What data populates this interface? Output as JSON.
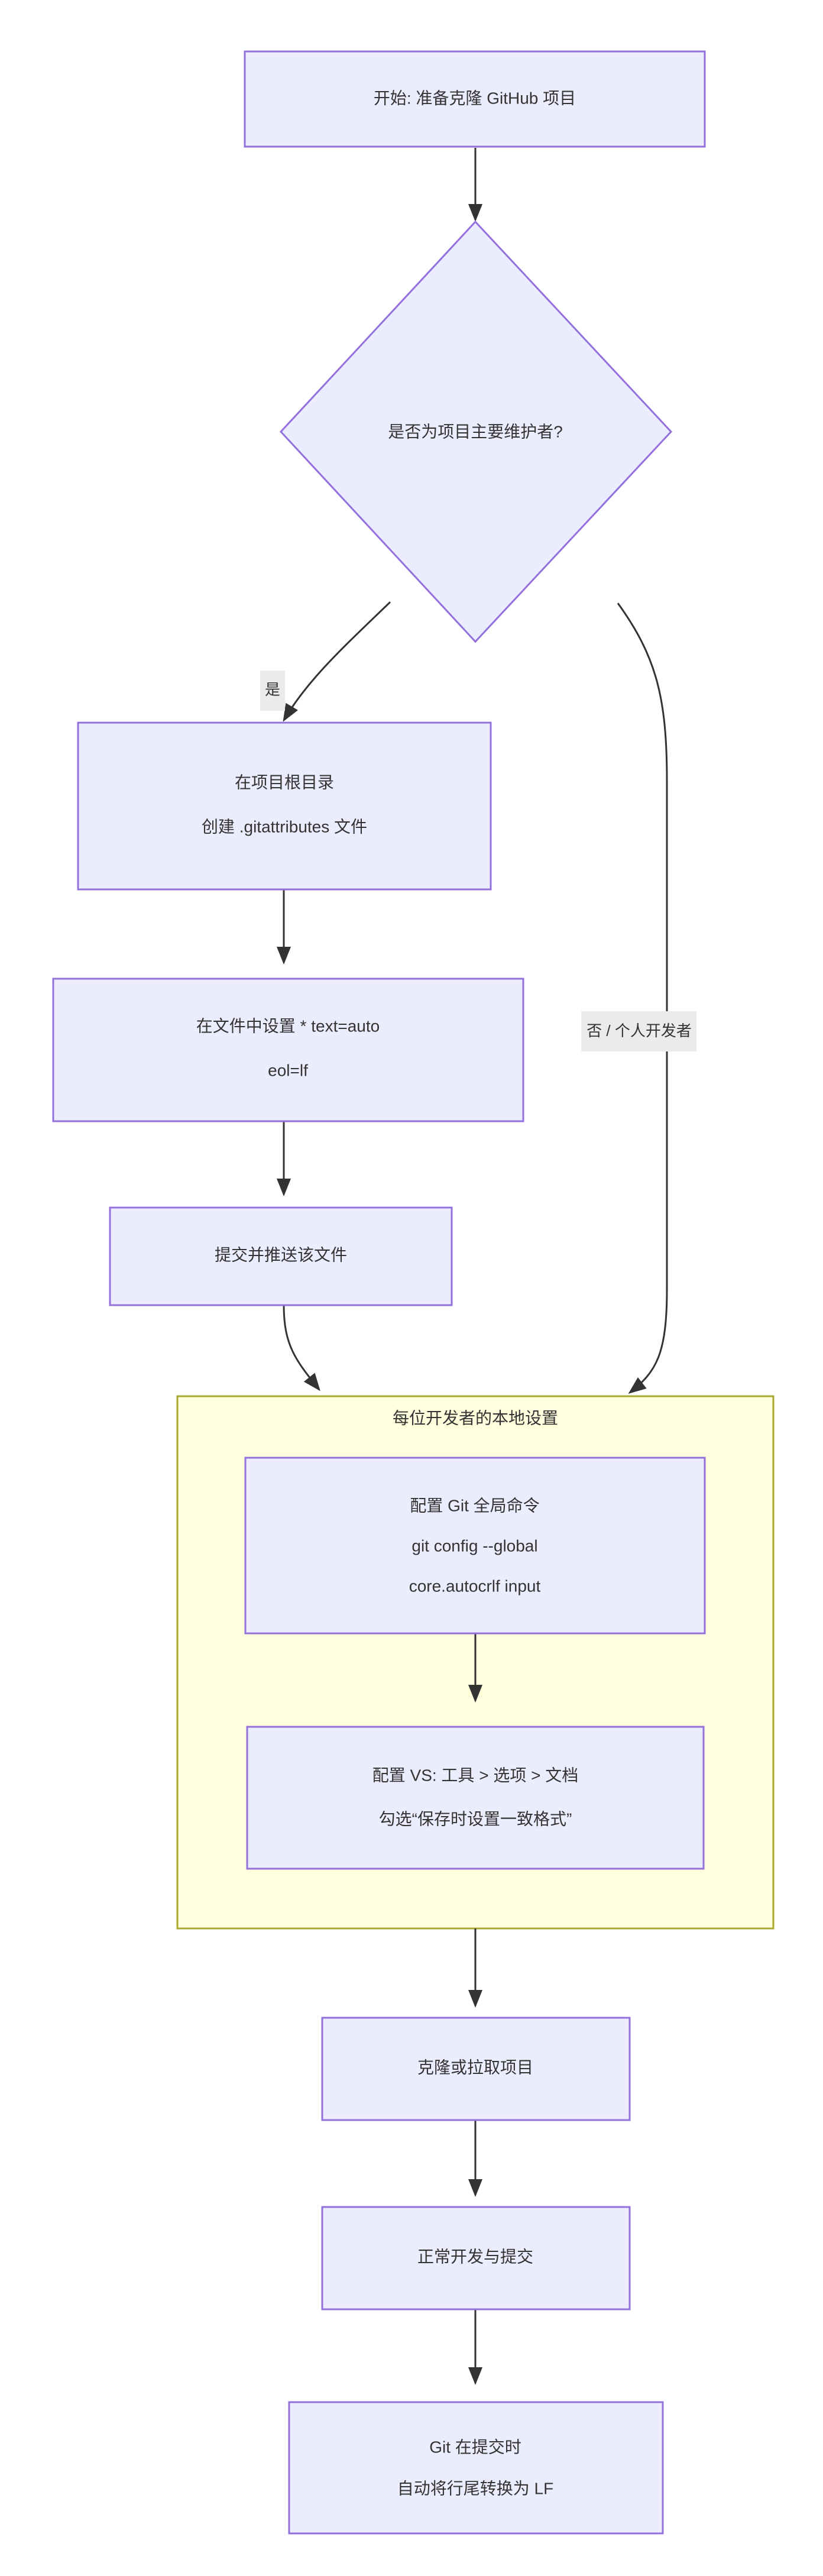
{
  "diagram": {
    "type": "flowchart",
    "direction": "top-down",
    "colors": {
      "node_fill": "#ececff",
      "node_stroke": "#9370db",
      "cluster_fill": "#ffffde",
      "cluster_stroke": "#aaaa33",
      "edge_stroke": "#333333",
      "text": "#333333",
      "edge_label_bg": "#ebebeb",
      "background": "#ffffff"
    },
    "nodes": [
      {
        "id": "start",
        "shape": "rect",
        "lines": [
          "开始: 准备克隆 GitHub 项目"
        ]
      },
      {
        "id": "decision",
        "shape": "diamond",
        "lines": [
          "是否为项目主要维护者?"
        ]
      },
      {
        "id": "create-gitattributes",
        "shape": "rect",
        "lines": [
          "在项目根目录",
          "创建 .gitattributes 文件"
        ]
      },
      {
        "id": "set-text-auto",
        "shape": "rect",
        "lines": [
          "在文件中设置 * text=auto",
          "eol=lf"
        ]
      },
      {
        "id": "commit-push",
        "shape": "rect",
        "lines": [
          "提交并推送该文件"
        ]
      },
      {
        "id": "git-config",
        "shape": "rect",
        "lines": [
          "配置 Git 全局命令",
          "git config --global",
          "core.autocrlf input"
        ]
      },
      {
        "id": "vs-config",
        "shape": "rect",
        "lines": [
          "配置 VS: 工具 > 选项 > 文档",
          "勾选“保存时设置一致格式”"
        ]
      },
      {
        "id": "clone-pull",
        "shape": "rect",
        "lines": [
          "克隆或拉取项目"
        ]
      },
      {
        "id": "develop-commit",
        "shape": "rect",
        "lines": [
          "正常开发与提交"
        ]
      },
      {
        "id": "git-converts",
        "shape": "rect",
        "lines": [
          "Git 在提交时",
          "自动将行尾转换为 LF"
        ]
      }
    ],
    "clusters": [
      {
        "id": "local-setup",
        "title": "每位开发者的本地设置",
        "children": [
          "git-config",
          "vs-config"
        ]
      }
    ],
    "edges": [
      {
        "from": "start",
        "to": "decision",
        "label": ""
      },
      {
        "from": "decision",
        "to": "create-gitattributes",
        "label": "是"
      },
      {
        "from": "decision",
        "to": "local-setup",
        "label": "否 / 个人开发者"
      },
      {
        "from": "create-gitattributes",
        "to": "set-text-auto",
        "label": ""
      },
      {
        "from": "set-text-auto",
        "to": "commit-push",
        "label": ""
      },
      {
        "from": "commit-push",
        "to": "local-setup",
        "label": ""
      },
      {
        "from": "git-config",
        "to": "vs-config",
        "label": ""
      },
      {
        "from": "local-setup",
        "to": "clone-pull",
        "label": ""
      },
      {
        "from": "clone-pull",
        "to": "develop-commit",
        "label": ""
      },
      {
        "from": "develop-commit",
        "to": "git-converts",
        "label": ""
      }
    ]
  }
}
